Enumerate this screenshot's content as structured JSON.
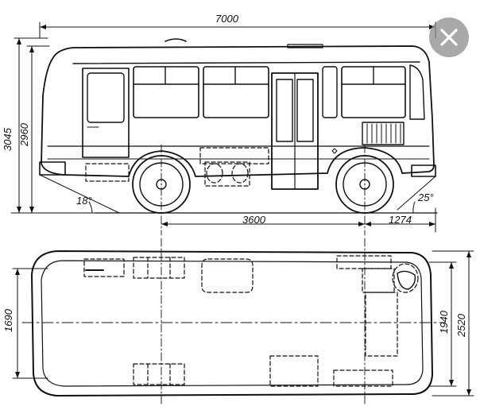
{
  "dimensions": {
    "length": "7000",
    "height_total": "3045",
    "height_body": "2960",
    "wheelbase": "3600",
    "rear_overhang": "1274",
    "approach_angle": "18°",
    "departure_angle": "25°",
    "track_width": "1690",
    "body_width": "1940",
    "overall_width": "2520"
  },
  "overlay": {
    "close_icon": "close-icon"
  }
}
